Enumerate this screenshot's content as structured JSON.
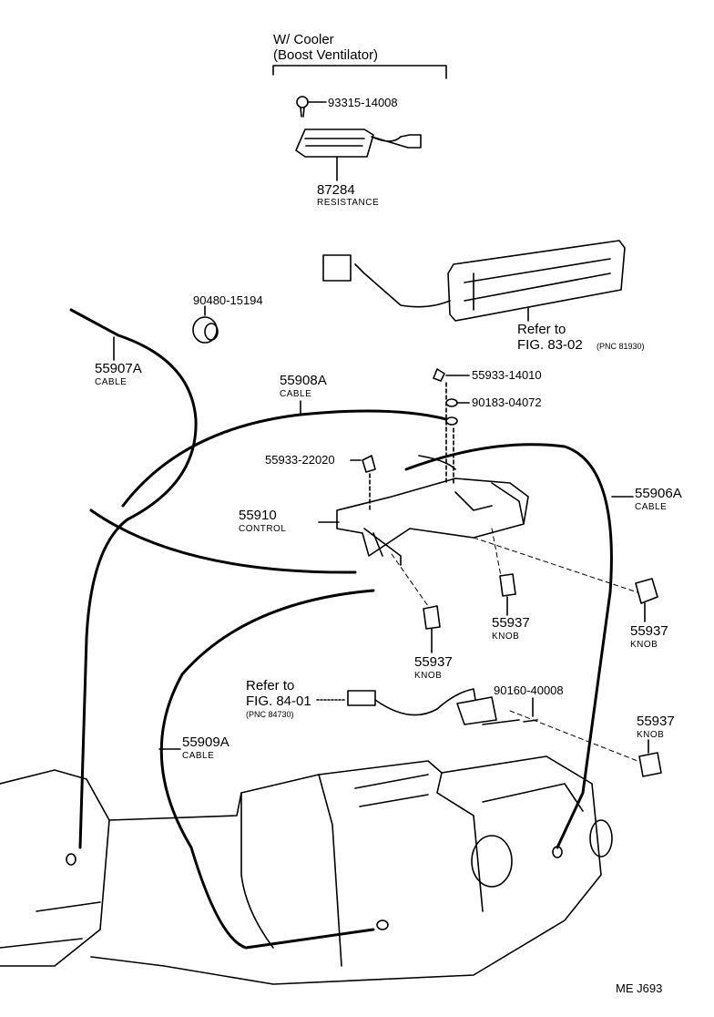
{
  "header": {
    "line1": "W/ Cooler",
    "line2": "(Boost Ventilator)"
  },
  "parts": {
    "screw_93315": "93315-14008",
    "resistance": {
      "number": "87284",
      "name": "RESISTANCE"
    },
    "grommet": "90480-15194",
    "cable_55907A": {
      "number": "55907A",
      "name": "CABLE"
    },
    "refer_83": {
      "line1": "Refer to",
      "line2": "FIG. 83-02",
      "pnc": "(PNC 81930)"
    },
    "cable_55908A": {
      "number": "55908A",
      "name": "CABLE"
    },
    "clip_55933_14010": "55933-14010",
    "washer_90183": "90183-04072",
    "clip_55933_22020": "55933-22020",
    "control": {
      "number": "55910",
      "name": "CONTROL"
    },
    "cable_55906A": {
      "number": "55906A",
      "name": "CABLE"
    },
    "knob_a": {
      "number": "55937",
      "name": "KNOB"
    },
    "knob_b": {
      "number": "55937",
      "name": "KNOB"
    },
    "knob_c": {
      "number": "55937",
      "name": "KNOB"
    },
    "knob_d": {
      "number": "55937",
      "name": "KNOB"
    },
    "refer_84": {
      "line1": "Refer to",
      "line2": "FIG. 84-01",
      "pnc": "(PNC 84730)"
    },
    "screw_90160": "90160-40008",
    "cable_55909A": {
      "number": "55909A",
      "name": "CABLE"
    }
  },
  "footer": {
    "code": "ME  J693"
  }
}
